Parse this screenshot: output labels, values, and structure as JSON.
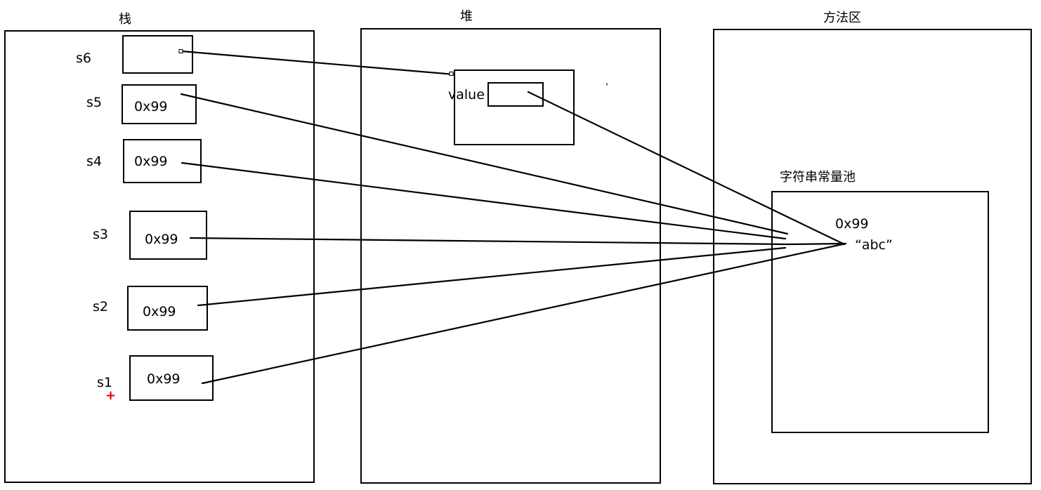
{
  "regions": {
    "stack": {
      "title": "栈"
    },
    "heap": {
      "title": "堆"
    },
    "method_area": {
      "title": "方法区"
    }
  },
  "stack_vars": {
    "s6": {
      "name": "s6",
      "value": ""
    },
    "s5": {
      "name": "s5",
      "value": "0x99"
    },
    "s4": {
      "name": "s4",
      "value": "0x99"
    },
    "s3": {
      "name": "s3",
      "value": "0x99"
    },
    "s2": {
      "name": "s2",
      "value": "0x99"
    },
    "s1": {
      "name": "s1",
      "value": "0x99"
    }
  },
  "heap_object": {
    "field_label": "value"
  },
  "string_pool": {
    "title": "字符串常量池",
    "address": "0x99",
    "literal": "“abc”"
  },
  "marker": {
    "symbol": "+",
    "color": "#e00000"
  },
  "colors": {
    "stroke": "#000000",
    "background": "#ffffff"
  }
}
